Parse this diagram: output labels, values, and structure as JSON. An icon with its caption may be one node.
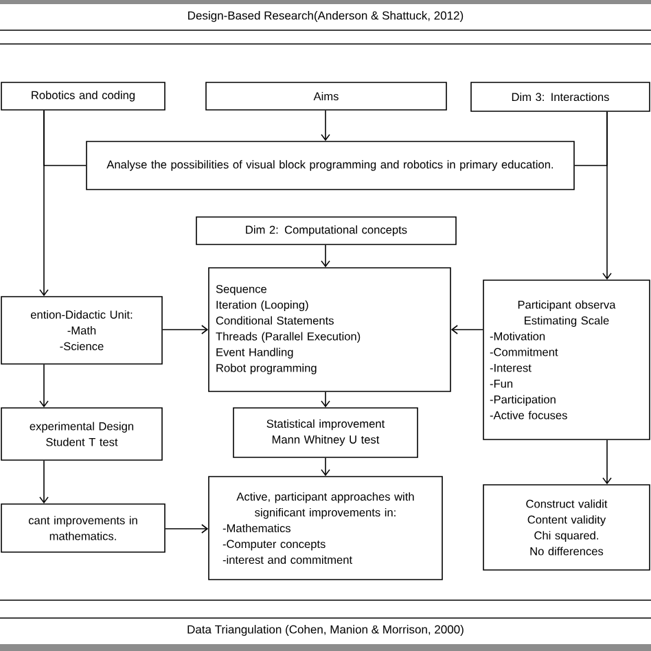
{
  "diagram": {
    "title": "Design-Based Research(Anderson & Shattuck, 2012)",
    "caption": "Data Triangulation (Cohen, Manion & Morrison, 2000)",
    "nodes": [
      {
        "text": [
          "Robotics and coding"
        ]
      },
      {
        "text": [
          "Aims"
        ]
      },
      {
        "text": [
          "Dim 3: Interactions"
        ]
      },
      {
        "text": [
          "Analyse the possibilities of visual block programming and robotics in primary education."
        ]
      },
      {
        "text": [
          "Dim 2: Computational concepts"
        ]
      },
      {
        "text": [
          "Sequence",
          "Iteration (Looping)",
          "Conditional Statements",
          "Threads (Parallel Execution)",
          "Event Handling",
          "Robot programming"
        ]
      },
      {
        "text": [
          "ention-Didactic Unit:",
          "-Math",
          "-Science"
        ]
      },
      {
        "text": [
          "Participant observa",
          "Estimating Scale",
          "-Motivation",
          "-Commitment",
          "-Interest",
          "-Fun",
          "-Participation",
          "-Active focuses"
        ]
      },
      {
        "text": [
          "experimental Design",
          "Student T test"
        ]
      },
      {
        "text": [
          "Statistical improvement",
          "Mann Whitney U test"
        ]
      },
      {
        "text": [
          "cant improvements in mathematics."
        ]
      },
      {
        "text": [
          "Active, participant approaches with significant improvements in:",
          "-Mathematics",
          "-Computer concepts",
          "-interest and commitment"
        ]
      },
      {
        "text": [
          "Construct validit",
          "Content validity",
          "Chi squared.",
          "No differences"
        ]
      }
    ],
    "edges": [
      {
        "from": 1,
        "to": 3,
        "arrow": "to"
      },
      {
        "from": 0,
        "to": 3,
        "arrow": "none"
      },
      {
        "from": 2,
        "to": 3,
        "arrow": "none"
      },
      {
        "from": 0,
        "to": 6,
        "arrow": "to"
      },
      {
        "from": 2,
        "to": 7,
        "arrow": "to"
      },
      {
        "from": 4,
        "to": 5,
        "arrow": "to"
      },
      {
        "from": 6,
        "to": 5,
        "arrow": "to"
      },
      {
        "from": 7,
        "to": 5,
        "arrow": "to"
      },
      {
        "from": 6,
        "to": 8,
        "arrow": "to"
      },
      {
        "from": 5,
        "to": 9,
        "arrow": "to"
      },
      {
        "from": 8,
        "to": 10,
        "arrow": "to"
      },
      {
        "from": 9,
        "to": 11,
        "arrow": "to"
      },
      {
        "from": 10,
        "to": 11,
        "arrow": "to"
      },
      {
        "from": 7,
        "to": 12,
        "arrow": "to"
      }
    ]
  }
}
